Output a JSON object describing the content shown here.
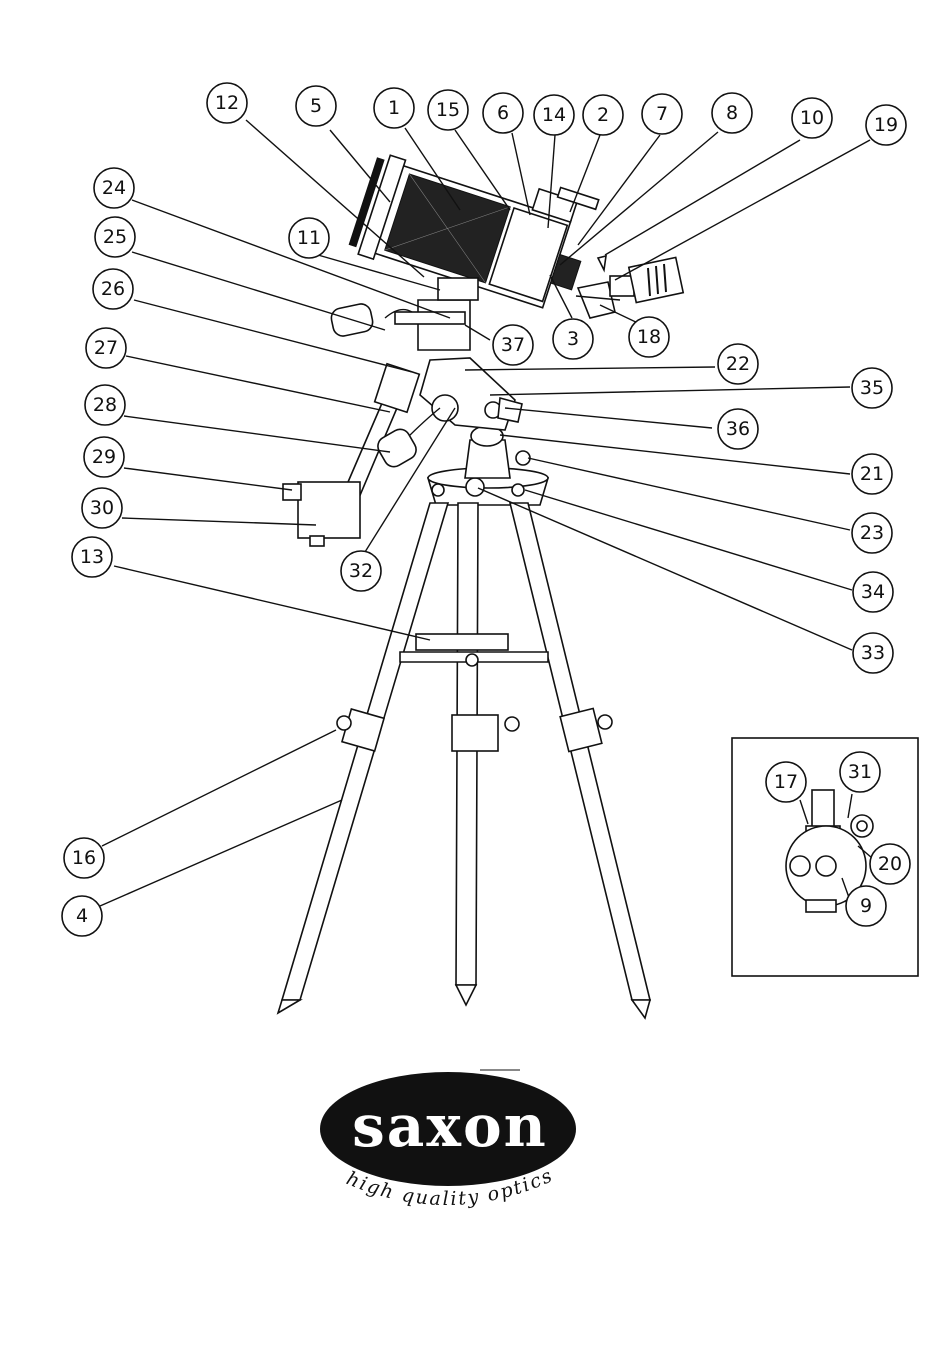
{
  "callouts": [
    {
      "label": "12"
    },
    {
      "label": "5"
    },
    {
      "label": "1"
    },
    {
      "label": "15"
    },
    {
      "label": "6"
    },
    {
      "label": "14"
    },
    {
      "label": "2"
    },
    {
      "label": "7"
    },
    {
      "label": "8"
    },
    {
      "label": "10"
    },
    {
      "label": "19"
    },
    {
      "label": "24"
    },
    {
      "label": "25"
    },
    {
      "label": "11"
    },
    {
      "label": "26"
    },
    {
      "label": "37"
    },
    {
      "label": "3"
    },
    {
      "label": "18"
    },
    {
      "label": "27"
    },
    {
      "label": "22"
    },
    {
      "label": "35"
    },
    {
      "label": "28"
    },
    {
      "label": "36"
    },
    {
      "label": "29"
    },
    {
      "label": "21"
    },
    {
      "label": "30"
    },
    {
      "label": "23"
    },
    {
      "label": "13"
    },
    {
      "label": "32"
    },
    {
      "label": "34"
    },
    {
      "label": "33"
    },
    {
      "label": "16"
    },
    {
      "label": "4"
    }
  ],
  "inset": {
    "callouts": [
      {
        "label": "17"
      },
      {
        "label": "31"
      },
      {
        "label": "20"
      },
      {
        "label": "9"
      }
    ]
  },
  "logo": {
    "brand": "saxon",
    "tagline": "high quality optics"
  }
}
